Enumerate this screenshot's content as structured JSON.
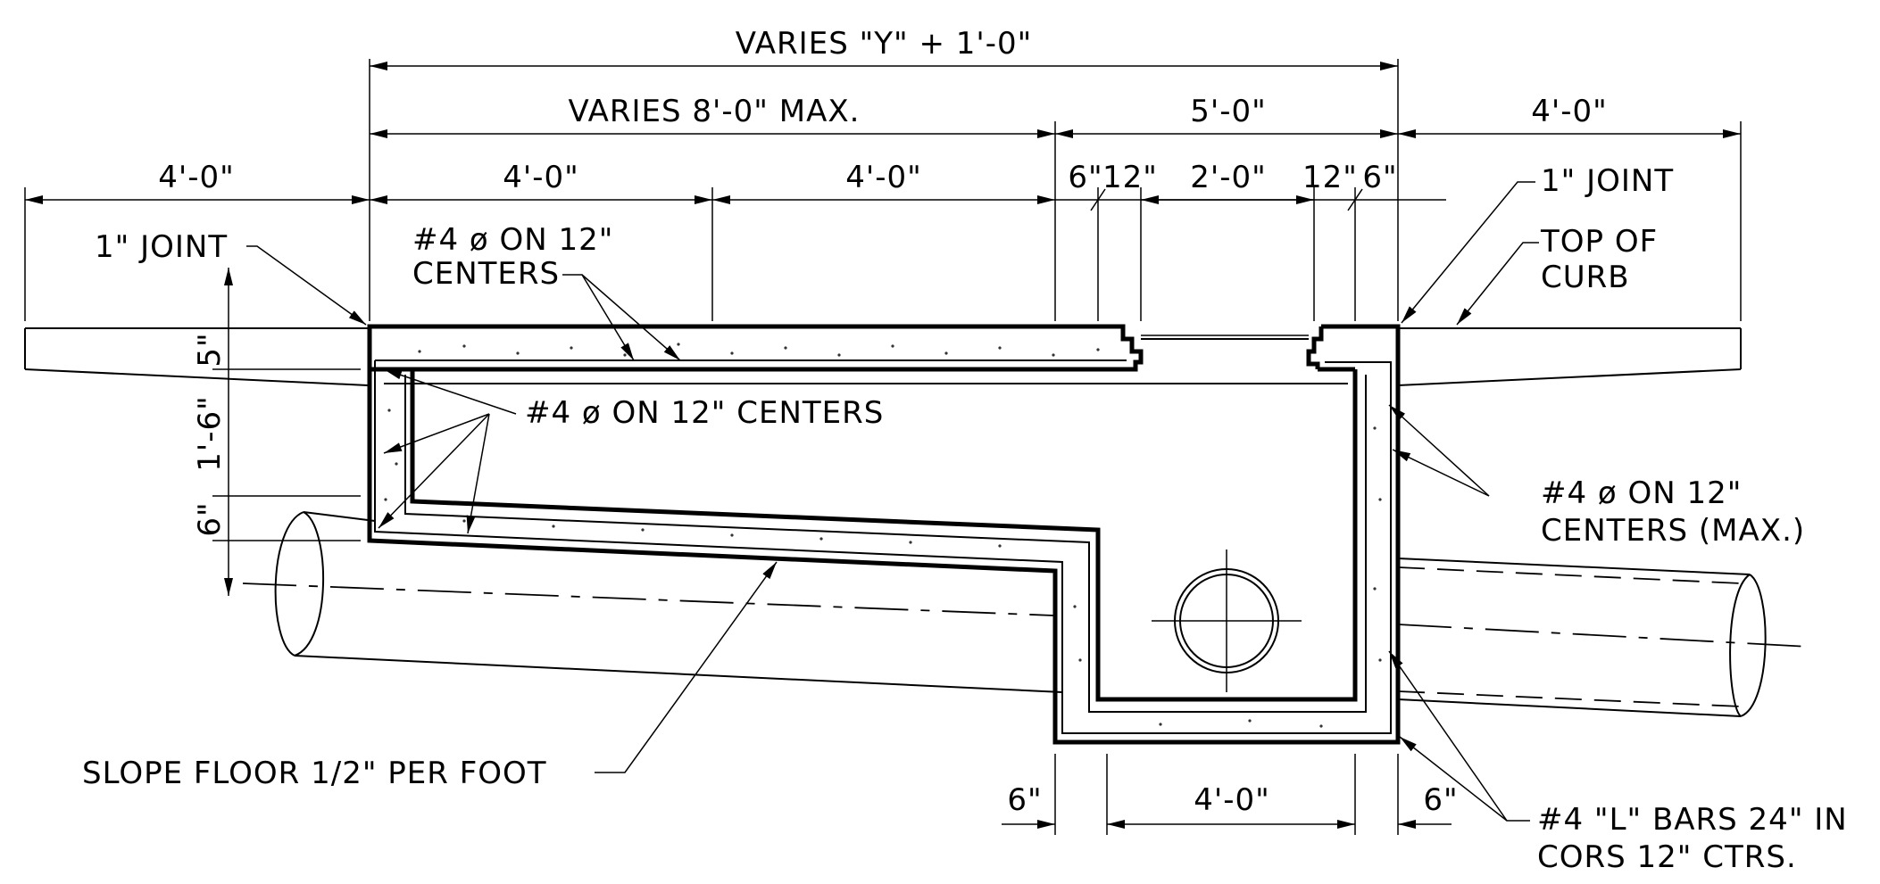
{
  "dimensions": {
    "overall_top": "VARIES \"Y\" + 1'-0\"",
    "varies_max": "VARIES 8'-0\" MAX.",
    "five_ft": "5'-0\"",
    "four_ft_right": "4'-0\"",
    "four_ft_left": "4'-0\"",
    "four_ft_a": "4'-0\"",
    "four_ft_b": "4'-0\"",
    "six_in_a": "6\"",
    "twelve_in_a": "12\"",
    "two_ft": "2'-0\"",
    "twelve_in_b": "12\"",
    "six_in_b": "6\"",
    "five_in": "5\"",
    "one_six": "1'-6\"",
    "six_in_vert": "6\"",
    "bottom_six_left": "6\"",
    "bottom_four_ft": "4'-0\"",
    "bottom_six_right": "6\""
  },
  "labels": {
    "joint_left": "1\" JOINT",
    "joint_right": "1\" JOINT",
    "top_of_curb_1": "TOP OF",
    "top_of_curb_2": "CURB",
    "rebar_top_1": "#4 ø ON 12\"",
    "rebar_top_2": "CENTERS",
    "rebar_left": "#4 ø ON 12\" CENTERS",
    "rebar_right_1": "#4 ø ON 12\"",
    "rebar_right_2": "CENTERS (MAX.)",
    "slope": "SLOPE FLOOR 1/2\" PER FOOT",
    "lbars_1": "#4 \"L\" BARS 24\" IN",
    "lbars_2": "CORS 12\" CTRS."
  }
}
